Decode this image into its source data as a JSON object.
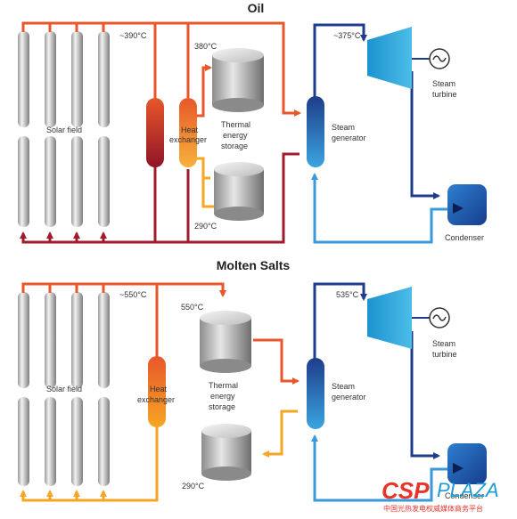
{
  "colors": {
    "hot": "#e8572a",
    "hot_dark": "#a01c2c",
    "cold_orange": "#f5a623",
    "water_dark": "#1f3c8a",
    "water_light": "#3a9ad9",
    "turbine": "#2aa3d8"
  },
  "icons": [
    "generator-icon",
    "pump-arrow-icon"
  ],
  "oil": {
    "title": "Oil",
    "solar_field": "Solar field",
    "hot_temp": "~390°C",
    "tank_hot_temp": "380°C",
    "tank_cold_temp": "290°C",
    "hx_label_1": "Heat",
    "hx_label_2": "exchanger",
    "storage_1": "Thermal",
    "storage_2": "energy",
    "storage_3": "storage",
    "steam_temp": "~375°C",
    "sg_1": "Steam",
    "sg_2": "generator",
    "turbine_1": "Steam",
    "turbine_2": "turbine",
    "condenser": "Condenser"
  },
  "salts": {
    "title": "Molten Salts",
    "solar_field": "Solar field",
    "hot_temp": "~550°C",
    "tank_hot_temp": "550°C",
    "tank_cold_temp": "290°C",
    "hx_label_1": "Heat",
    "hx_label_2": "exchanger",
    "storage_1": "Thermal",
    "storage_2": "energy",
    "storage_3": "storage",
    "steam_temp": "535°C",
    "sg_1": "Steam",
    "sg_2": "generator",
    "turbine_1": "Steam",
    "turbine_2": "turbine",
    "condenser": "Condenser"
  },
  "watermark": {
    "brand_a": "CSP",
    "brand_b": "PLAZA",
    "sub": "中国光热发电权威媒体商务平台"
  }
}
